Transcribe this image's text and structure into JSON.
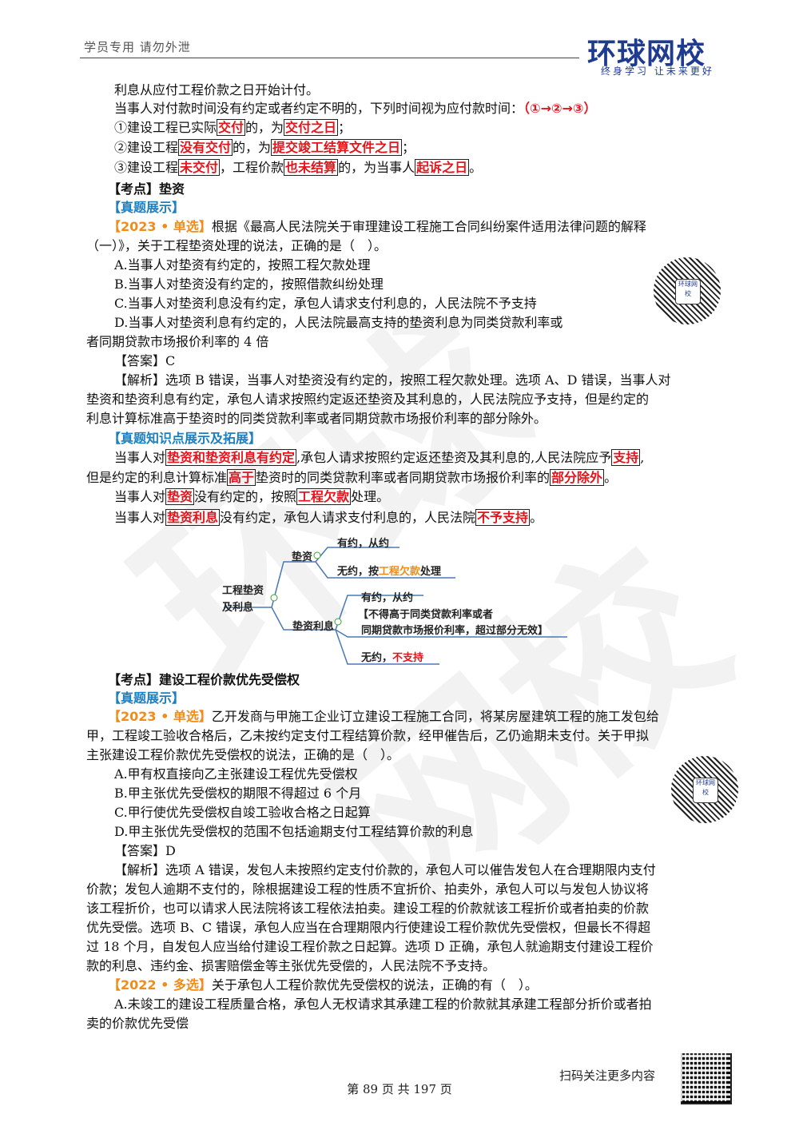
{
  "header": {
    "left": "学员专用 请勿外泄",
    "logo": "环球网校",
    "logo_sub": "终身学习 让未来更好"
  },
  "watermark": "环球网校",
  "lines": {
    "l1": "利息从应付工程价款之日开始计付。",
    "l2a": "当事人对付款时间没有约定或者约定不明的，下列时间视为应付款时间：",
    "l2b": "（①→②→③）",
    "l3a": "①建设工程已实际",
    "l3b": "交付",
    "l3c": "的，为",
    "l3d": "交付之日",
    "l3e": "；",
    "l4a": "②建设工程",
    "l4b": "没有交付",
    "l4c": "的，为",
    "l4d": "提交竣工结算文件之日",
    "l4e": "；",
    "l5a": "③建设工程",
    "l5b": "未交付",
    "l5c": "，工程价款",
    "l5d": "也未结算",
    "l5e": "的，为当事人",
    "l5f": "起诉之日",
    "l5g": "。",
    "kp1": "【考点】垫资",
    "zt1": "【真题展示】",
    "q1tag": "【2023 • 单选】",
    "q1a": "根据《最高人民法院关于审理建设工程施工合同纠纷案件适用法律问题的解释",
    "q1b": "（一）》，关于工程垫资处理的说法，正确的是（　）。",
    "q1A": "A.当事人对垫资有约定的，按照工程欠款处理",
    "q1B": "B.当事人对垫资没有约定的，按照借款纠纷处理",
    "q1C": "C.当事人对垫资利息没有约定，承包人请求支付利息的，人民法院不予支持",
    "q1D1": "D.当事人对垫资利息有约定的，人民法院最高支持的垫资利息为同类贷款利率或",
    "q1D2": "者同期贷款市场报价利率的 4 倍",
    "q1ans": "【答案】C",
    "q1e1": "【解析】选项 B 错误，当事人对垫资没有约定的，按照工程欠款处理。选项 A、D 错误，当事人对",
    "q1e2": "垫资和垫资利息有约定，承包人请求按照约定返还垫资及其利息的，人民法院应予支持，但是约定的",
    "q1e3": "利息计算标准高于垫资时的同类贷款利率或者同期贷款市场报价利率的部分除外。",
    "zk1": "【真题知识点展示及拓展】",
    "k1a": "当事人对",
    "k1b": "垫资和垫资利息有约定",
    "k1c": ",承包人请求按照约定返还垫资及其利息的,人民法院应予",
    "k1d": "支持",
    "k1e": ",",
    "k2a": "但是约定的利息计算标准",
    "k2b": "高于",
    "k2c": "垫资时的同类贷款利率或者同期贷款市场报价利率的",
    "k2d": "部分除外",
    "k2e": "。",
    "k3a": "当事人对",
    "k3b": "垫资",
    "k3c": "没有约定的，按照",
    "k3d": "工程欠款",
    "k3e": "处理。",
    "k4a": "当事人对",
    "k4b": "垫资利息",
    "k4c": "没有约定，承包人请求支付利息的，人民法院",
    "k4d": "不予支持",
    "k4e": "。",
    "kp2": "【考点】建设工程价款优先受偿权",
    "zt2": "【真题展示】",
    "q2tag": "【2023 • 单选】",
    "q2a": "乙开发商与甲施工企业订立建设工程施工合同，将某房屋建筑工程的施工发包给",
    "q2b": "甲，工程竣工验收合格后，乙未按约定支付工程结算价款，经甲催告后，乙仍逾期未支付。关于甲拟",
    "q2c": "主张建设工程价款优先受偿权的说法，正确的是（　）。",
    "q2A": "A.甲有权直接向乙主张建设工程优先受偿权",
    "q2B": "B.甲主张优先受偿权的期限不得超过 6 个月",
    "q2C": "C.甲行使优先受偿权自竣工验收合格之日起算",
    "q2D": "D.甲主张优先受偿权的范围不包括逾期支付工程结算价款的利息",
    "q2ans": "【答案】D",
    "q2e1": "【解析】选项 A 错误，发包人未按照约定支付价款的，承包人可以催告发包人在合理期限内支付",
    "q2e2": "价款；发包人逾期不支付的，除根据建设工程的性质不宜折价、拍卖外，承包人可以与发包人协议将",
    "q2e3": "该工程折价，也可以请求人民法院将该工程依法拍卖。建设工程的价款就该工程折价或者拍卖的价款",
    "q2e4": "优先受偿。选项 B、C 错误，承包人应当在合理期限内行使建设工程价款优先受偿权，但最长不得超",
    "q2e5": "过 18 个月，自发包人应当给付建设工程价款之日起算。选项 D 正确，承包人就逾期支付建设工程价",
    "q2e6": "款的利息、违约金、损害赔偿金等主张优先受偿的，人民法院不予支持。",
    "q3tag": "【2022 • 多选】",
    "q3a": "关于承包人工程价款优先受偿权的说法，正确的有（　）。",
    "q3A1": "A.未竣工的建设工程质量合格，承包人无权请求其承建工程的价款就其承建工程部分折价或者拍",
    "q3A2": "卖的价款优先受偿"
  },
  "mindmap": {
    "root1": "工程垫资",
    "root2": "及利息",
    "b1": "垫资",
    "b1a": "有约，从约",
    "b1b_pre": "无约，按",
    "b1b_red": "工程欠款",
    "b1b_post": "处理",
    "b2": "垫资利息",
    "b2a": "有约，从约",
    "b2b": "【不得高于同类贷款利率或者",
    "b2c": "同期贷款市场报价利率，超过部分无效】",
    "b2d_pre": "无约，",
    "b2d_red": "不支持"
  },
  "qr_label": "环球网校",
  "footer": {
    "page": "第 89 页 共 197 页",
    "scan": "扫码关注更多内容"
  }
}
